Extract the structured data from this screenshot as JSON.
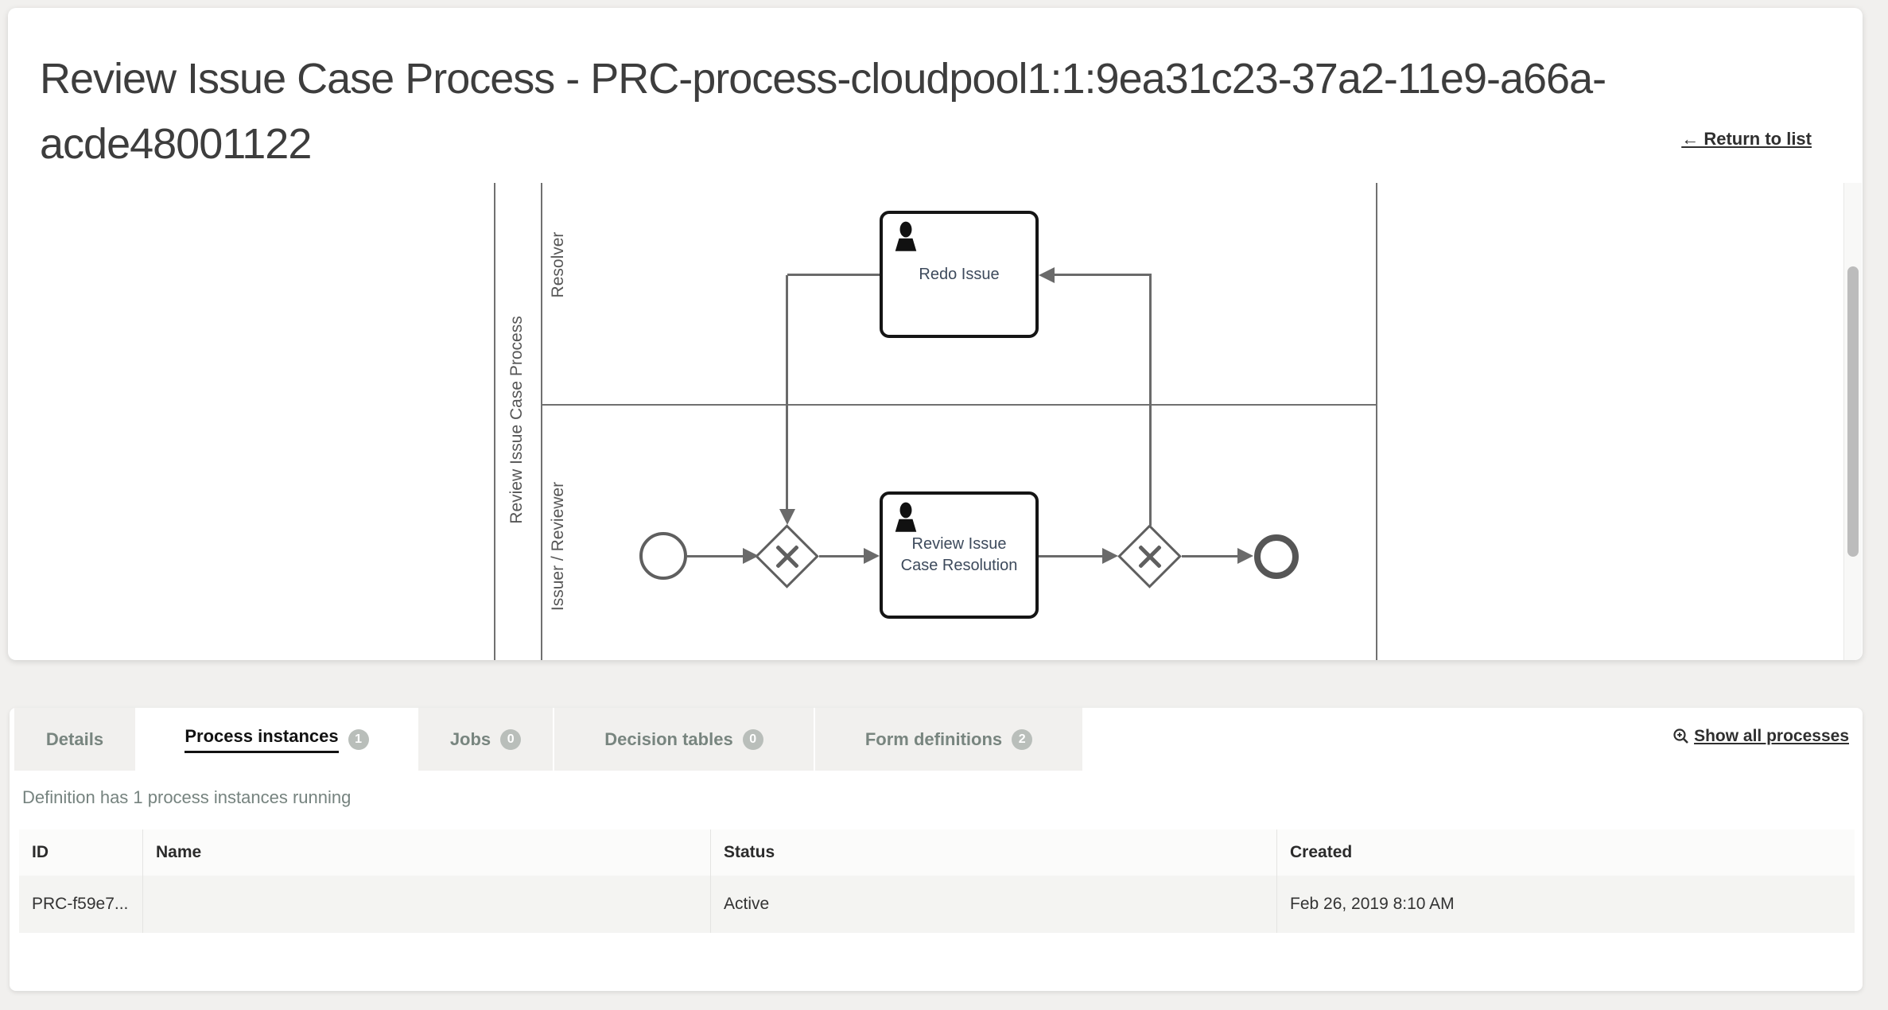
{
  "colors": {
    "page_bg": "#f1f0ee",
    "muted_green_text": "#78857f",
    "badge_bg": "#b9beba",
    "diagram_stroke": "#6a6a6a",
    "task_border": "#151515",
    "task_label_color": "#3d4a5c"
  },
  "header": {
    "title": "Review Issue Case Process - PRC-process-cloudpool1:1:9ea31c23-37a2-11e9-a66a-acde48001122",
    "return_link": "← Return to list"
  },
  "diagram": {
    "pool_label": "Review Issue Case Process",
    "lanes": [
      {
        "label": "Resolver"
      },
      {
        "label": "Issuer / Reviewer"
      }
    ],
    "tasks": [
      {
        "label": "Redo Issue"
      },
      {
        "label": "Review Issue Case Resolution"
      }
    ]
  },
  "tabs": [
    {
      "label": "Details"
    },
    {
      "label": "Process instances",
      "badge": "1"
    },
    {
      "label": "Jobs",
      "badge": "0"
    },
    {
      "label": "Decision tables",
      "badge": "0"
    },
    {
      "label": "Form definitions",
      "badge": "2"
    }
  ],
  "toolbar": {
    "show_all_label": "Show all processes"
  },
  "instances": {
    "summary": "Definition has 1 process instances running",
    "table": {
      "columns": [
        "ID",
        "Name",
        "Status",
        "Created"
      ],
      "rows": [
        [
          "PRC-f59e7...",
          "",
          "Active",
          "Feb 26, 2019 8:10 AM"
        ]
      ]
    }
  }
}
